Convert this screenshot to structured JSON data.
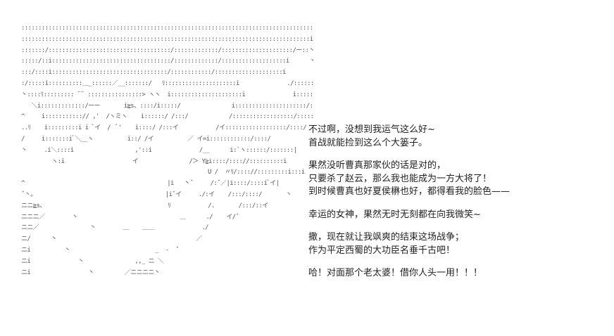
{
  "dialogue": {
    "para1": [
      "不过啊，没想到我运气这么好~",
      "首战就能捡到这么个大篓子。"
    ],
    "para2": [
      "果然没听曹真那家伙的话是对的，",
      "只要杀了赵云，那么我也能成为一方大将了！",
      "到时候曹真也好夏侯楙也好，都得看我的脸色——"
    ],
    "para3": [
      "幸运的女神，果然无时无刻都在向我微笑~"
    ],
    "para4": [
      "撒，现在就让我飒爽的结束这场战争；",
      "作为平定西蜀的大功臣名垂千古吧！"
    ],
    "para5": [
      "哈！对面那个老太婆！借你人头一用！！！"
    ]
  }
}
